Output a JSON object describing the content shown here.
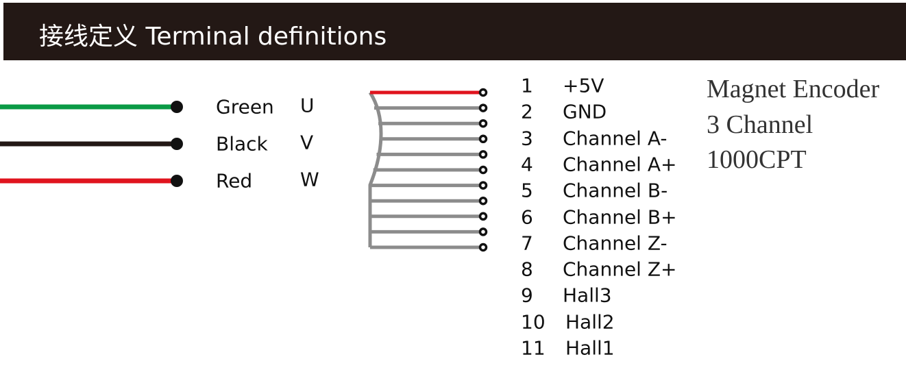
{
  "header": {
    "title": "接线定义  Terminal definitions"
  },
  "motor_wires": [
    {
      "color_name": "Green",
      "phase": "U",
      "color": "#0a9a45"
    },
    {
      "color_name": "Black",
      "phase": "V",
      "color": "#231815"
    },
    {
      "color_name": "Red",
      "phase": "W",
      "color": "#e0141e"
    }
  ],
  "encoder_pins": [
    {
      "num": "1",
      "label": "+5V"
    },
    {
      "num": "2",
      "label": "GND"
    },
    {
      "num": "3",
      "label": "Channel A-"
    },
    {
      "num": "4",
      "label": "Channel A+"
    },
    {
      "num": "5",
      "label": "Channel B-"
    },
    {
      "num": "6",
      "label": "Channel B+"
    },
    {
      "num": "7",
      "label": "Channel Z-"
    },
    {
      "num": "8",
      "label": "Channel Z+"
    },
    {
      "num": "9",
      "label": "Hall3"
    },
    {
      "num": "10",
      "label": "Hall2"
    },
    {
      "num": "11",
      "label": "Hall1"
    }
  ],
  "encoder_info": {
    "line1": "Magnet Encoder",
    "line2": "3 Channel",
    "line3": "1000CPT"
  },
  "colors": {
    "red_wire": "#e0141e",
    "gray_wire": "#8c8c8c"
  }
}
